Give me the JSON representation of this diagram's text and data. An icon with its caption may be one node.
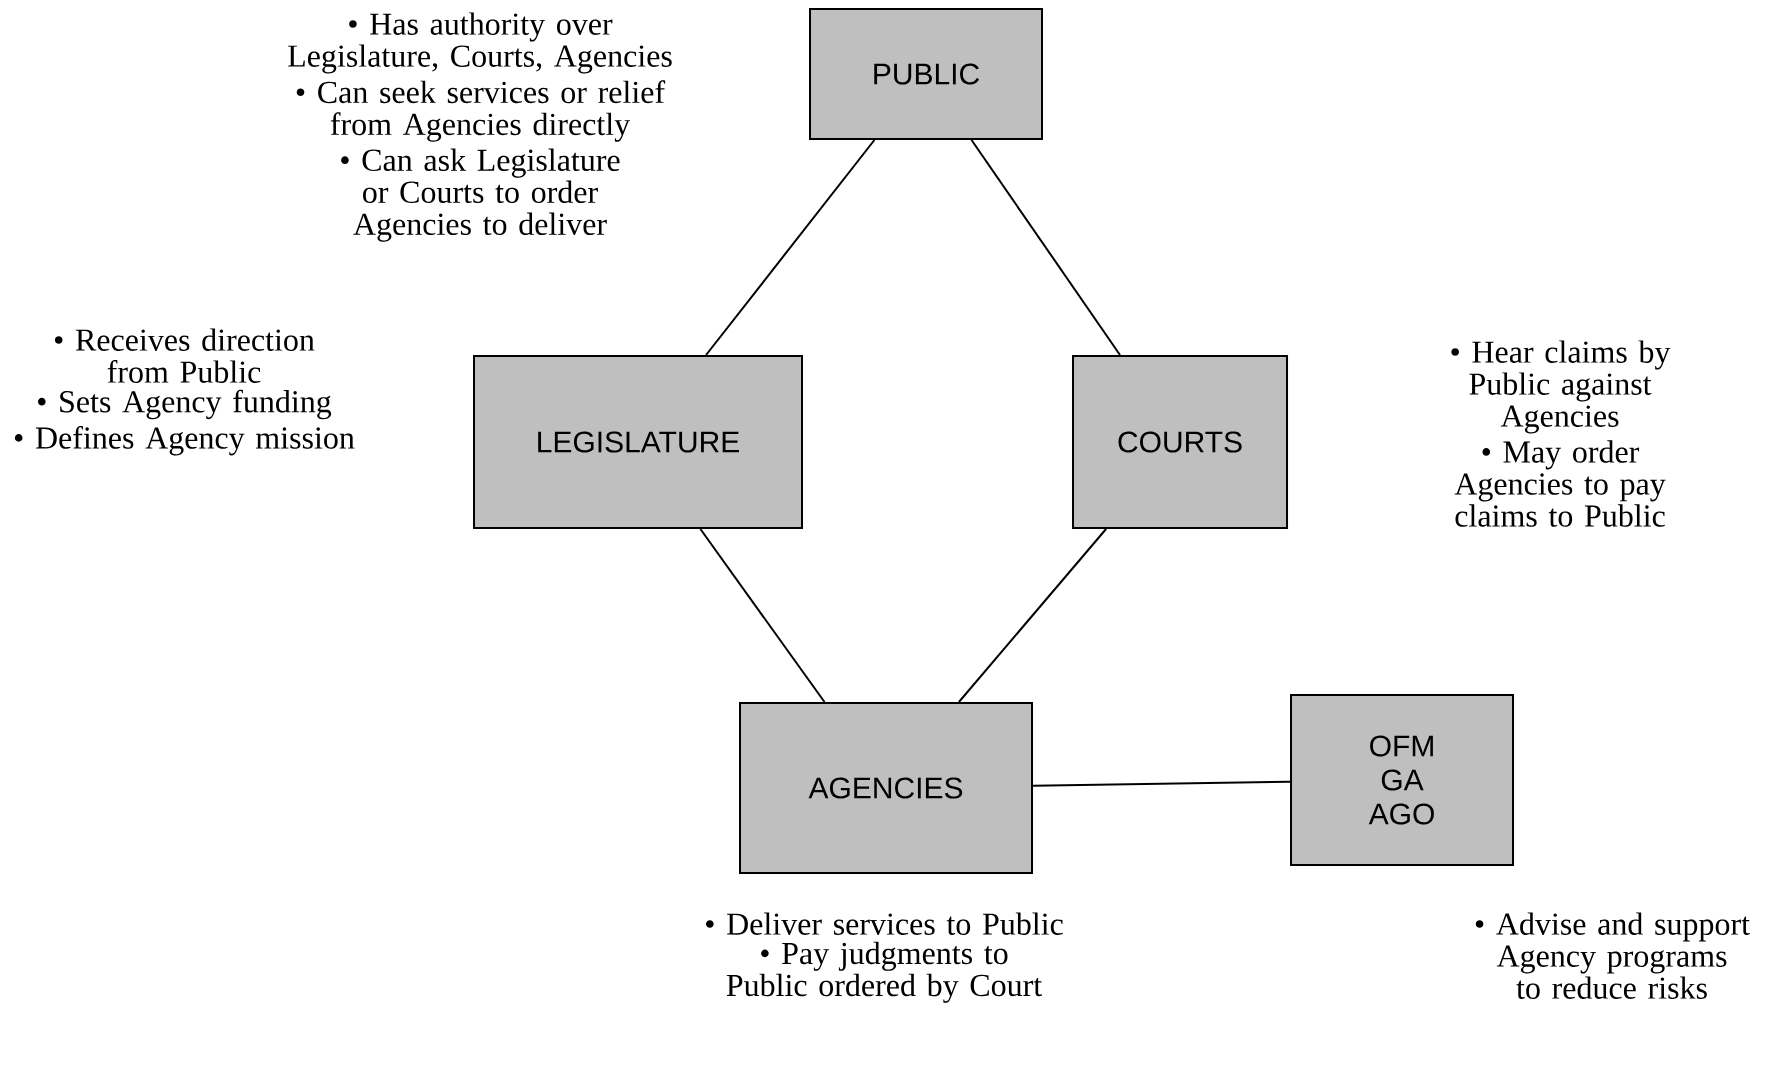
{
  "diagram": {
    "nodes": [
      {
        "text": [
          "PUBLIC"
        ],
        "beside": [
          "• Has authority over Legislature, Courts, Agencies",
          "• Can seek services or relief from Agencies directly",
          "• Can ask Legislature or Courts to order Agencies to deliver"
        ]
      },
      {
        "text": [
          "LEGISLATURE"
        ],
        "beside": [
          "• Receives direction from Public",
          "• Sets Agency funding",
          "• Defines Agency mission"
        ]
      },
      {
        "text": [
          "COURTS"
        ],
        "beside": [
          "• Hear claims by Public against Agencies",
          "• May order Agencies to pay claims to Public"
        ]
      },
      {
        "text": [
          "AGENCIES"
        ],
        "beside": [
          "• Deliver services to Public",
          "• Pay judgments to Public ordered by Court"
        ]
      },
      {
        "text": [
          "OFM GA AGO"
        ],
        "beside": [
          "• Advise and support Agency programs to reduce risks"
        ]
      }
    ],
    "edges": [
      {
        "from": 0,
        "to": 1,
        "arrow": "none"
      },
      {
        "from": 0,
        "to": 2,
        "arrow": "none"
      },
      {
        "from": 1,
        "to": 3,
        "arrow": "none"
      },
      {
        "from": 2,
        "to": 3,
        "arrow": "none"
      },
      {
        "from": 3,
        "to": 4,
        "arrow": "none"
      }
    ]
  }
}
